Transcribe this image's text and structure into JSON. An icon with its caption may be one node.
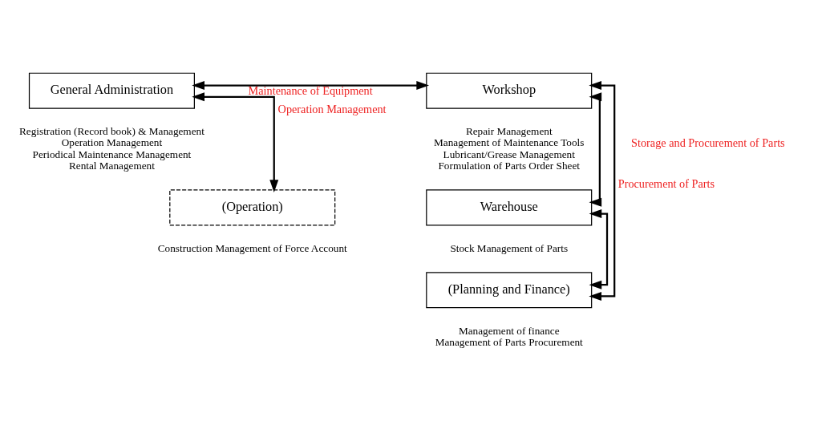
{
  "diagram": {
    "nodes": [
      {
        "text": [
          "General Administration"
        ],
        "beside": [
          "Registration (Record book) & Management",
          "Operation Management",
          "Periodical Maintenance Management",
          "Rental Management"
        ]
      },
      {
        "text": [
          "Workshop"
        ],
        "beside": [
          "Repair Management",
          "Management of Maintenance Tools",
          "Lubricant/Grease Management",
          "Formulation of Parts Order Sheet"
        ]
      },
      {
        "text": [
          "(Operation)"
        ],
        "beside": [
          "Construction Management of Force Account"
        ]
      },
      {
        "text": [
          "Warehouse"
        ],
        "beside": [
          "Stock Management of Parts"
        ]
      },
      {
        "text": [
          "(Planning and Finance)"
        ],
        "beside": [
          "Management of finance",
          "Management of Parts Procurement"
        ]
      }
    ],
    "edges": [
      {
        "from": 0,
        "to": 1,
        "arrow": "both",
        "label": "Maintenance of Equipment"
      },
      {
        "from": 0,
        "to": 2,
        "arrow": "both",
        "label": "Operation Management"
      },
      {
        "from": 1,
        "to": 3,
        "arrow": "both",
        "label": "Storage and Procurement of Parts"
      },
      {
        "from": 1,
        "to": 4,
        "arrow": "both",
        "label": "Procurement of Parts"
      },
      {
        "from": 3,
        "to": 4,
        "arrow": "both"
      }
    ]
  }
}
